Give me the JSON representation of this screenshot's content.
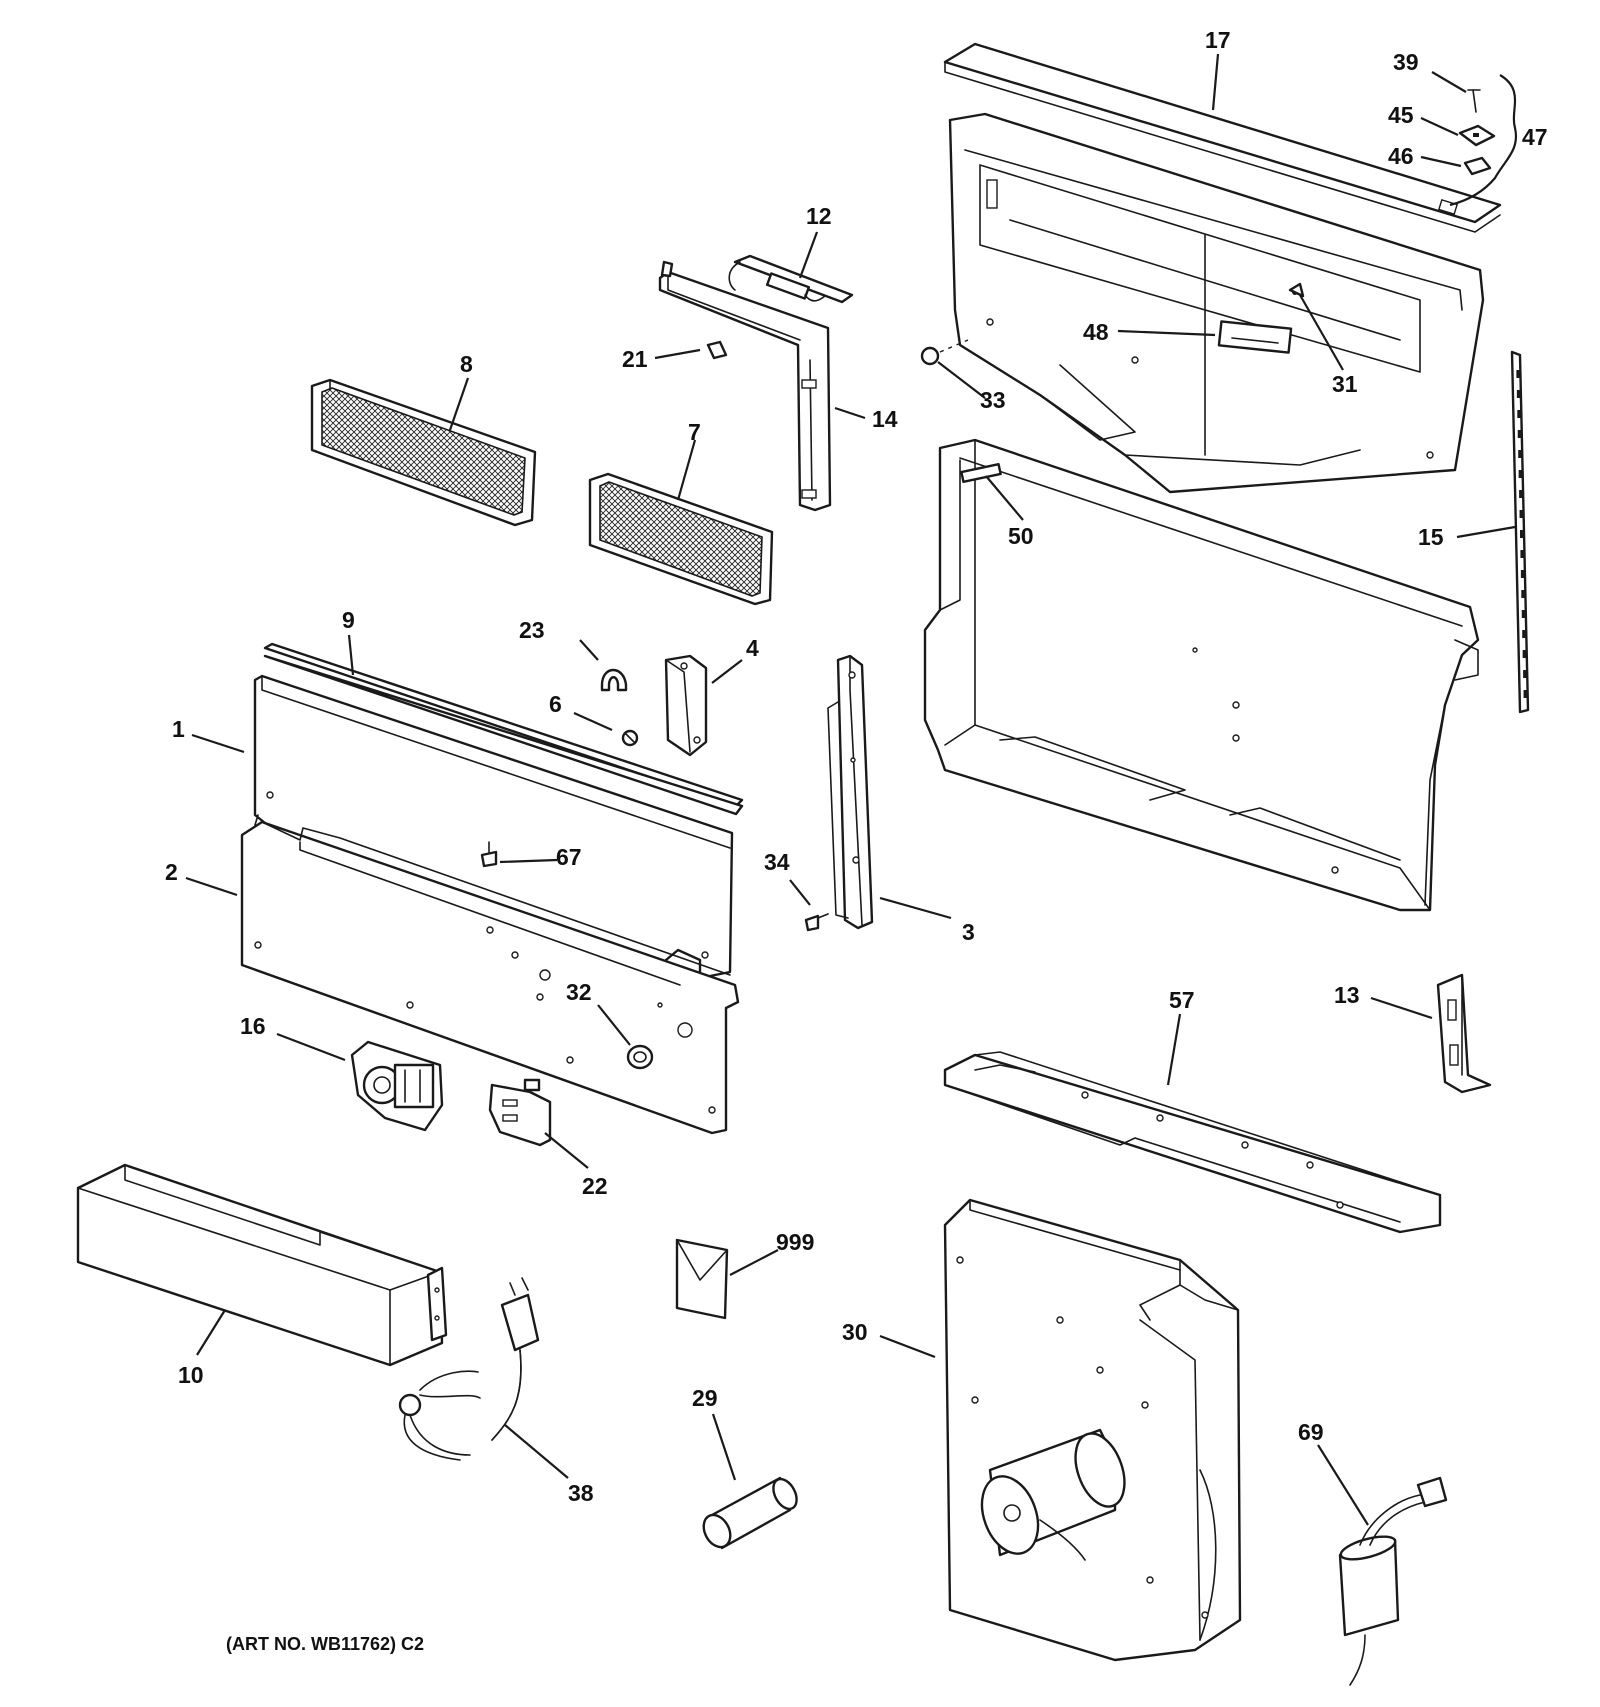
{
  "callouts": {
    "c1": "1",
    "c2": "2",
    "c3": "3",
    "c4": "4",
    "c6": "6",
    "c7": "7",
    "c8": "8",
    "c9": "9",
    "c10": "10",
    "c12": "12",
    "c13": "13",
    "c14": "14",
    "c15": "15",
    "c16": "16",
    "c17": "17",
    "c21": "21",
    "c22": "22",
    "c23": "23",
    "c29": "29",
    "c30": "30",
    "c31": "31",
    "c32": "32",
    "c33": "33",
    "c34": "34",
    "c38": "38",
    "c39": "39",
    "c45": "45",
    "c46": "46",
    "c47": "47",
    "c48": "48",
    "c50": "50",
    "c57": "57",
    "c67": "67",
    "c69": "69",
    "c999": "999"
  },
  "caption": "(ART NO. WB11762) C2"
}
